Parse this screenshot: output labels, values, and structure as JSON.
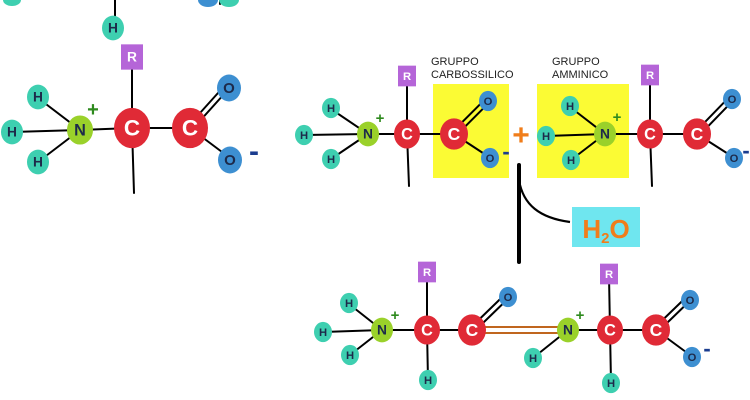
{
  "labels": {
    "carboxyl_group": "GRUPPO\nCARBOSSILICO",
    "amino_group": "GRUPPO\nAMMINICO",
    "plus": "+",
    "water": "H2O",
    "water_main": "H",
    "water_sub": "2",
    "water_o": "O"
  },
  "atoms": {
    "H": "H",
    "C": "C",
    "N": "N",
    "O": "O",
    "R": "R",
    "plus_charge": "+",
    "minus_charge": "-"
  },
  "colors": {
    "hydrogen": "#3ecfb0",
    "carbon": "#e02a36",
    "nitrogen": "#9ad12a",
    "oxygen": "#3d8fd1",
    "r_group": "#b565d8",
    "highlight": "#fbfb34",
    "plus_sign": "#f07d1a",
    "water_text": "#f07d1a",
    "water_bg": "#6fe6ef",
    "peptide_bond": "#c0661e",
    "bond": "#000000"
  }
}
